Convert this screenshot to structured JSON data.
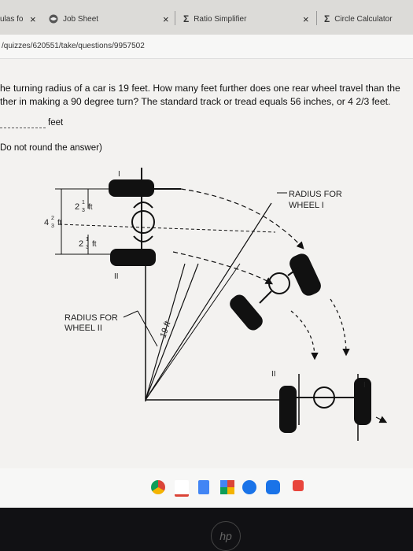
{
  "tabs": [
    {
      "label": "ulas fo",
      "close": "×"
    },
    {
      "label": "Job Sheet",
      "close": "×"
    },
    {
      "label": "Ratio Simplifier",
      "close": "×",
      "icon": "sigma-icon"
    },
    {
      "label": "Circle Calculator",
      "icon": "sigma-icon"
    }
  ],
  "url": "/quizzes/620551/take/questions/9957502",
  "question": {
    "line1": "he turning radius of a car is 19 feet. How many feet further does one rear wheel travel than the",
    "line2": "ther in making a 90 degree turn? The standard track or tread equals 56 inches, or 4 2/3 feet.",
    "answer_unit": "feet",
    "note": "Do not round the answer)"
  },
  "diagram": {
    "label_radius_1": [
      "RADIUS FOR",
      "WHEEL I"
    ],
    "label_radius_2": [
      "RADIUS FOR",
      "WHEEL II"
    ],
    "radius_label": "19 ft",
    "dim_top": {
      "whole": "2",
      "num": "1",
      "den": "3",
      "unit": "ft"
    },
    "dim_left": {
      "whole": "4",
      "num": "2",
      "den": "3",
      "unit": "ft"
    },
    "dim_mid": {
      "whole": "2",
      "num": "1",
      "den": "3",
      "unit": "ft"
    },
    "wheel_mark_1": "I",
    "wheel_mark_2": "II"
  },
  "logo": "hp"
}
